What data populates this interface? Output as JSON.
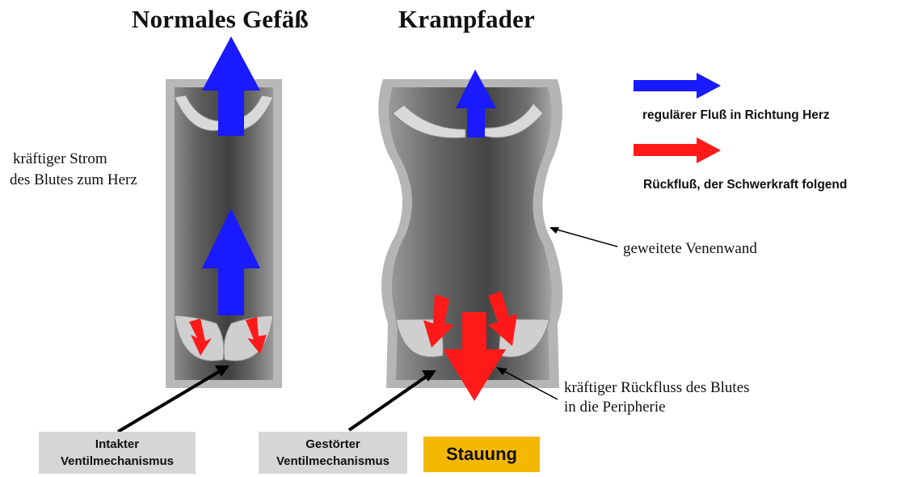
{
  "titles": {
    "normal": "Normales Gefäß",
    "varicose": "Krampfader"
  },
  "legend": {
    "blue": {
      "color": "#1a1aff",
      "text": "regulärer Fluß in Richtung Herz"
    },
    "red": {
      "color": "#ff1a1a",
      "text": "Rückfluß, der Schwerkraft folgend"
    }
  },
  "labels": {
    "strong_flow": [
      "kräftiger Strom",
      "des Blutes zum Herz"
    ],
    "dilated_wall": "geweitete Venenwand",
    "backflow": [
      "kräftiger Rückfluss des Blutes",
      "in die Peripherie"
    ]
  },
  "boxes": {
    "intact": [
      "Intakter",
      "Ventilmechanismus"
    ],
    "disturbed": [
      "Gestörter",
      "Ventilmechanismus"
    ],
    "congestion": "Stauung"
  },
  "colors": {
    "flow_blue": "#1a1aff",
    "backflow_red": "#ff1a1a",
    "box_gray": "#d6d6d6",
    "box_yellow": "#f5b800"
  }
}
